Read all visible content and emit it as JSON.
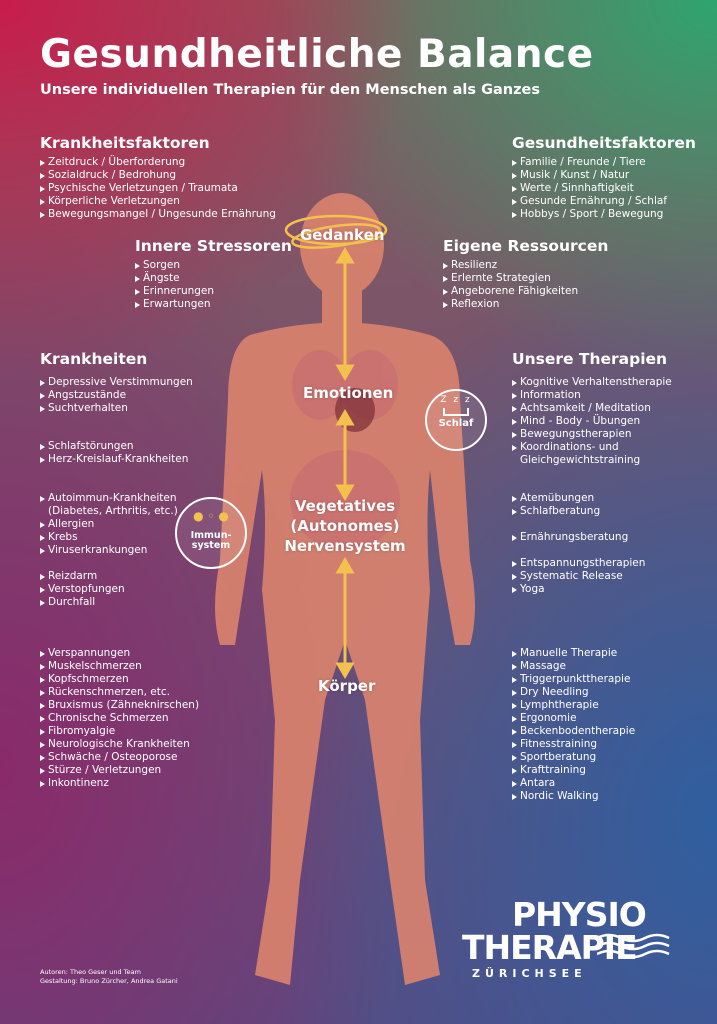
{
  "title": "Gesundheitliche Balance",
  "subtitle": "Unsere individuellen Therapien für den Menschen als Ganzes",
  "krankheitsfaktoren": {
    "heading": "Krankheitsfaktoren",
    "items": [
      "Zeitdruck / Überforderung",
      "Sozialdruck / Bedrohung",
      "Psychische Verletzungen / Traumata",
      "Körperliche Verletzungen",
      "Bewegungsmangel / Ungesunde Ernährung"
    ]
  },
  "innere_stressoren": {
    "heading": "Innere Stressoren",
    "items": [
      "Sorgen",
      "Ängste",
      "Erinnerungen",
      "Erwartungen"
    ]
  },
  "gesundheitsfaktoren": {
    "heading": "Gesundheitsfaktoren",
    "items": [
      "Familie / Freunde / Tiere",
      "Musik / Kunst / Natur",
      "Werte / Sinnhaftigkeit",
      "Gesunde Ernährung / Schlaf",
      "Hobbys / Sport / Bewegung"
    ]
  },
  "eigene_ressourcen": {
    "heading": "Eigene Ressourcen",
    "items": [
      "Resilienz",
      "Erlernte Strategien",
      "Angeborene Fähigkeiten",
      "Reflexion"
    ]
  },
  "krankheiten": {
    "heading": "Krankheiten",
    "groups": [
      [
        "Depressive Verstimmungen",
        "Angstzustände",
        "Suchtverhalten"
      ],
      [
        "Schlafstörungen",
        "Herz-Kreislauf-Krankheiten"
      ],
      [
        "Autoimmun-Krankheiten",
        "(Diabetes, Arthritis, etc.)",
        "Allergien",
        "Krebs",
        "Viruserkrankungen"
      ],
      [
        "Reizdarm",
        "Verstopfungen",
        "Durchfall"
      ],
      [
        "Verspannungen",
        "Muskelschmerzen",
        "Kopfschmerzen",
        "Rückenschmerzen, etc.",
        "Bruxismus (Zähneknirschen)",
        "Chronische Schmerzen",
        "Fibromyalgie",
        "Neurologische Krankheiten",
        "Schwäche / Osteoporose",
        "Stürze / Verletzungen",
        "Inkontinenz"
      ]
    ]
  },
  "therapien": {
    "heading": "Unsere Therapien",
    "groups": [
      [
        "Kognitive Verhaltenstherapie",
        "Information",
        "Achtsamkeit / Meditation",
        "Mind - Body - Übungen",
        "Bewegungstherapien",
        "Koordinations- und",
        "Gleichgewichtstraining"
      ],
      [
        "Atemübungen",
        "Schlafberatung"
      ],
      [
        "Ernährungsberatung"
      ],
      [
        "Entspannungstherapien",
        "Systematic Release",
        "Yoga"
      ],
      [
        "Manuelle Therapie",
        "Massage",
        "Triggerpunkttherapie",
        "Dry Needling",
        "Lymphtherapie",
        "Ergonomie",
        "Beckenbodentherapie",
        "Fitnesstraining",
        "Sportberatung",
        "Krafttraining",
        "Antara",
        "Nordic Walking"
      ]
    ]
  },
  "body_labels": {
    "gedanken": "Gedanken",
    "emotionen": "Emotionen",
    "nerven": [
      "Vegetatives",
      "(Autonomes)",
      "Nervensystem"
    ],
    "koerper": "Körper"
  },
  "schlaf": {
    "label": "Schlaf",
    "z": "Z z z"
  },
  "immun": {
    "label": [
      "Immun-",
      "system"
    ]
  },
  "logo": {
    "line1": "PHYSIO",
    "line2": "THERAPIE",
    "line3": "ZÜRICHSEE"
  },
  "credits": [
    "Autoren: Theo Geser und Team",
    "Gestaltung: Bruno Zürcher, Andrea Gatani"
  ],
  "colors": {
    "body": "#d9826e",
    "arrow": "#f2c14e"
  }
}
